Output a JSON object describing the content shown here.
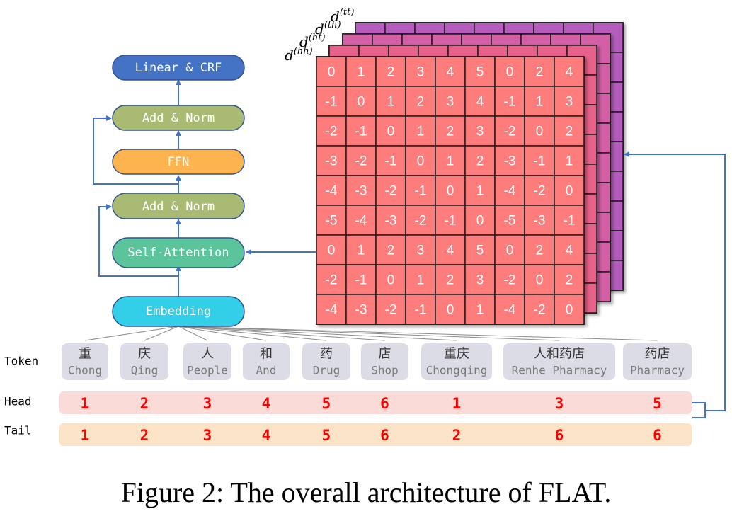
{
  "colors": {
    "linear_crf": "#4472c4",
    "add_norm": "#a9bb72",
    "ffn": "#fdb44e",
    "self_attention": "#5bc49a",
    "embedding": "#33cfe8",
    "arrow": "#4472c4",
    "grid_hh": "#fd7b7b",
    "grid_ht": "#e6628a",
    "grid_th": "#d35ea5",
    "grid_tt": "#b45dbd",
    "token_bg": "#dcdce6",
    "head_bg": "#fadbd8",
    "tail_bg": "#fae3c6",
    "index_text": "#ff0000"
  },
  "blocks": {
    "linear_crf": "Linear & CRF",
    "add_norm_top": "Add & Norm",
    "ffn": "FFN",
    "add_norm_bottom": "Add & Norm",
    "self_attention": "Self-Attention",
    "embedding": "Embedding"
  },
  "matrices": {
    "labels": {
      "hh": "d",
      "hh_sup": "(hh)",
      "ht": "d",
      "ht_sup": "(ht)",
      "th": "d",
      "th_sup": "(th)",
      "tt": "d",
      "tt_sup": "(tt)"
    },
    "hh_values": [
      [
        0,
        1,
        2,
        3,
        4,
        5,
        0,
        2,
        4
      ],
      [
        -1,
        0,
        1,
        2,
        3,
        4,
        -1,
        1,
        3
      ],
      [
        -2,
        -1,
        0,
        1,
        2,
        3,
        -2,
        0,
        2
      ],
      [
        -3,
        -2,
        -1,
        0,
        1,
        2,
        -3,
        -1,
        1
      ],
      [
        -4,
        -3,
        -2,
        -1,
        0,
        1,
        -4,
        -2,
        0
      ],
      [
        -5,
        -4,
        -3,
        -2,
        -1,
        0,
        -5,
        -3,
        -1
      ],
      [
        0,
        1,
        2,
        3,
        4,
        5,
        0,
        2,
        4
      ],
      [
        -2,
        -1,
        0,
        1,
        2,
        3,
        -2,
        0,
        2
      ],
      [
        -4,
        -3,
        -2,
        -1,
        0,
        1,
        -4,
        -2,
        0
      ]
    ]
  },
  "rows": {
    "token_label": "Token",
    "head_label": "Head",
    "tail_label": "Tail"
  },
  "tokens": [
    {
      "zh": "重",
      "en": "Chong",
      "head": "1",
      "tail": "1"
    },
    {
      "zh": "庆",
      "en": "Qing",
      "head": "2",
      "tail": "2"
    },
    {
      "zh": "人",
      "en": "People",
      "head": "3",
      "tail": "3"
    },
    {
      "zh": "和",
      "en": "And",
      "head": "4",
      "tail": "4"
    },
    {
      "zh": "药",
      "en": "Drug",
      "head": "5",
      "tail": "5"
    },
    {
      "zh": "店",
      "en": "Shop",
      "head": "6",
      "tail": "6"
    },
    {
      "zh": "重庆",
      "en": "Chongqing",
      "head": "1",
      "tail": "2"
    },
    {
      "zh": "人和药店",
      "en": "Renhe Pharmacy",
      "head": "3",
      "tail": "6"
    },
    {
      "zh": "药店",
      "en": "Pharmacy",
      "head": "5",
      "tail": "6"
    }
  ],
  "caption": "Figure 2: The overall architecture of FLAT."
}
